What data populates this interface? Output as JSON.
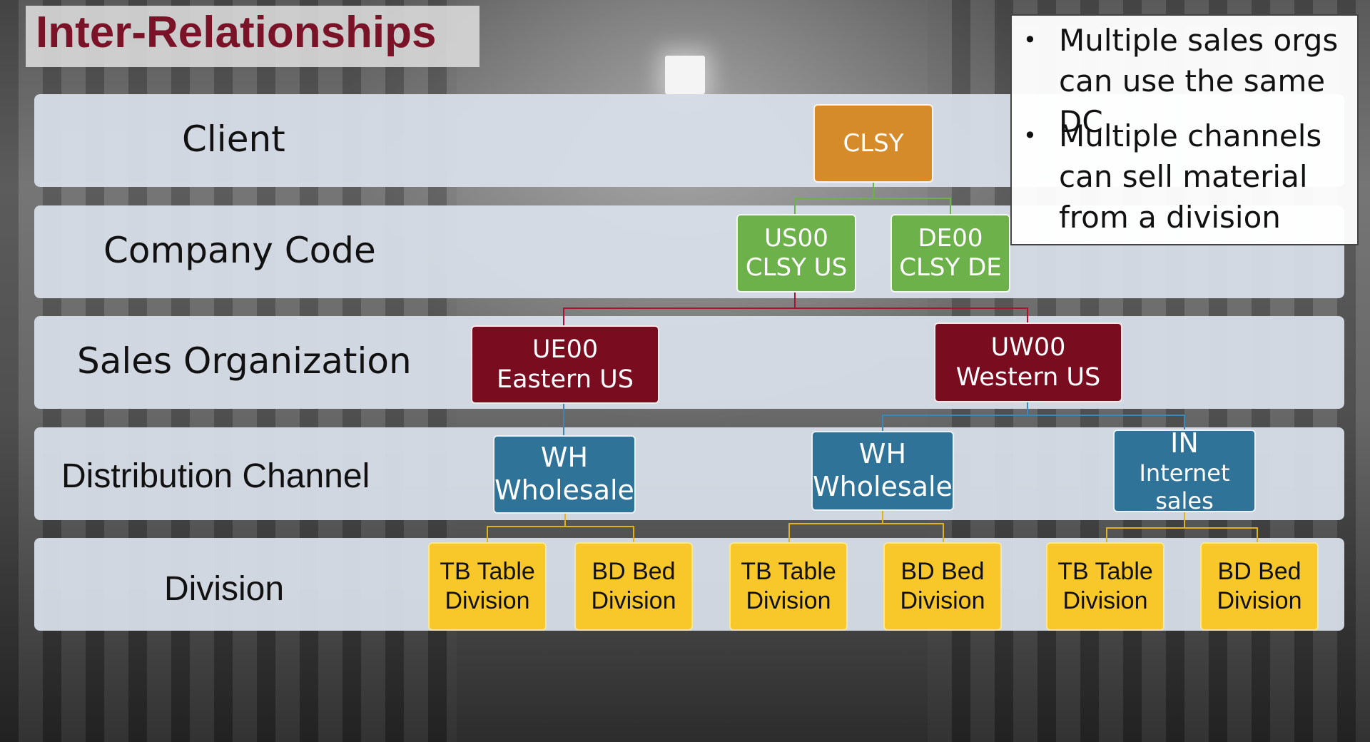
{
  "slide": {
    "title": "Inter-Relationships"
  },
  "levels": {
    "client": "Client",
    "company_code": "Company Code",
    "sales_org": "Sales Organization",
    "dist_channel": "Distribution Channel",
    "division": "Division"
  },
  "nodes": {
    "client": "CLSY",
    "cc_us_code": "US00",
    "cc_us_name": "CLSY US",
    "cc_de_code": "DE00",
    "cc_de_name": "CLSY DE",
    "so_east_code": "UE00",
    "so_east_name": "Eastern US",
    "so_west_code": "UW00",
    "so_west_name": "Western US",
    "dc1_code": "WH",
    "dc1_name": "Wholesale",
    "dc2_code": "WH",
    "dc2_name": "Wholesale",
    "dc3_code": "IN",
    "dc3_name": "Internet sales",
    "div_tb_1": "TB Table",
    "div_tb_2": "Division",
    "div_bd_1": "BD Bed",
    "div_bd_2": "Division"
  },
  "callout": {
    "bullets": [
      "Multiple sales orgs can use the same DC",
      "Multiple channels can sell material from a division"
    ]
  },
  "colors": {
    "title": "#7a1328",
    "client": "#d58b2a",
    "company_code": "#6db14b",
    "sales_org": "#7a0c20",
    "dist_channel": "#2f7399",
    "division": "#f8c82a"
  }
}
